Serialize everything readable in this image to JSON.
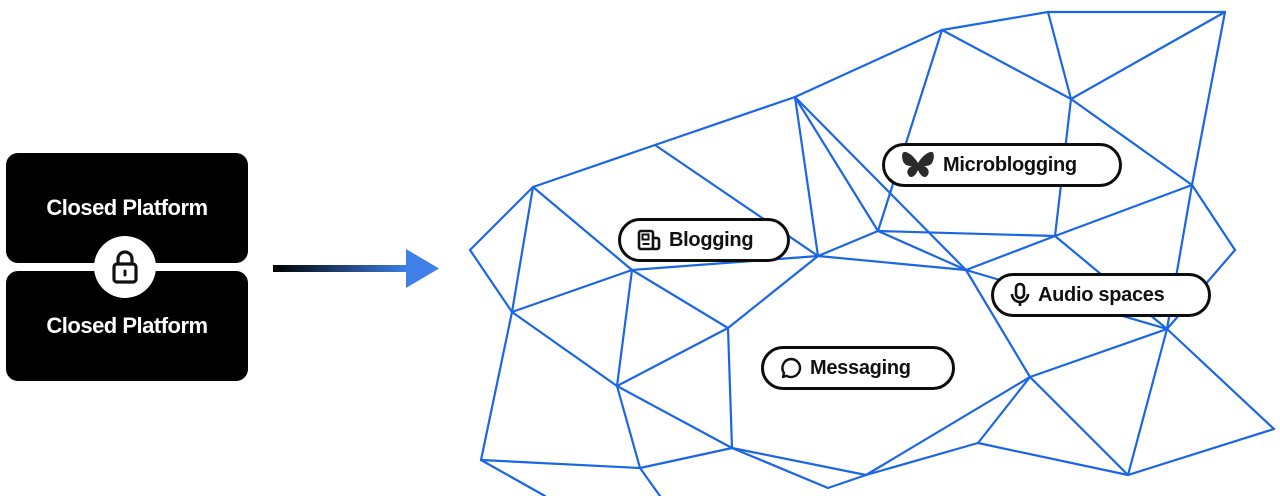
{
  "left": {
    "top_card_label": "Closed Platform",
    "bottom_card_label": "Closed Platform",
    "lock_icon": "lock-icon"
  },
  "arrow": {
    "gradient_start": "#000000",
    "gradient_end": "#3f7fe8"
  },
  "network": {
    "line_color": "#1a66e6",
    "nodes": [
      {
        "label": "Blogging",
        "icon": "newspaper-icon"
      },
      {
        "label": "Microblogging",
        "icon": "butterfly-icon"
      },
      {
        "label": "Audio spaces",
        "icon": "microphone-icon"
      },
      {
        "label": "Messaging",
        "icon": "chat-bubble-icon"
      }
    ]
  }
}
